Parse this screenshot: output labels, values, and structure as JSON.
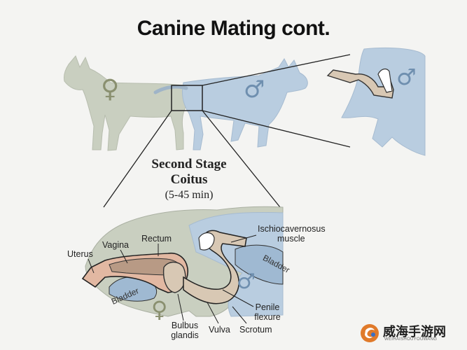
{
  "title": "Canine Mating cont.",
  "stage": {
    "line1": "Second Stage",
    "line2": "Coitus",
    "duration": "(5-45 min)"
  },
  "symbols": {
    "female": "♀",
    "male": "♂"
  },
  "labels": {
    "uterus": "Uterus",
    "vagina": "Vagina",
    "rectum": "Rectum",
    "ischio_line1": "Ischiocavernosus",
    "ischio_line2": "muscle",
    "bladder_male": "Bladder",
    "bladder_female": "Bladder",
    "penile_line1": "Penile",
    "penile_line2": "flexure",
    "bulbus_line1": "Bulbus",
    "bulbus_line2": "glandis",
    "vulva": "Vulva",
    "scrotum": "Scrotum"
  },
  "watermark": {
    "text": "威海手游网",
    "sub": "WEIHAISHOUYOUWANG"
  },
  "colors": {
    "female_dog": "#c9cfc0",
    "male_dog": "#b9cde0",
    "penis": "#d8c8b4",
    "rectum": "#b89a85",
    "outline": "#222222"
  }
}
